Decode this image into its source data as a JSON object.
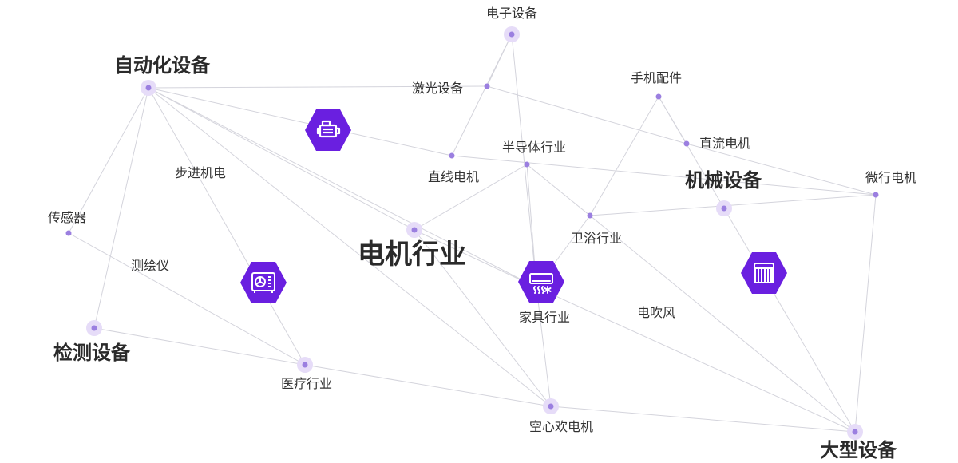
{
  "colors": {
    "edge": "#d4d4dc",
    "node": "#9b7fe0",
    "halo": "#e6dcf8",
    "hex": "#6a1fe0"
  },
  "nodes": [
    {
      "id": "dianzi",
      "label": "电子设备",
      "size": "s",
      "halo": true
    },
    {
      "id": "zidonghua",
      "label": "自动化设备",
      "size": "m",
      "halo": true
    },
    {
      "id": "jiguang",
      "label": "激光设备",
      "size": "s",
      "halo": false
    },
    {
      "id": "shouji",
      "label": "手机配件",
      "size": "s",
      "halo": false
    },
    {
      "id": "zhiliu",
      "label": "直流电机",
      "size": "s",
      "halo": false
    },
    {
      "id": "bandaoti",
      "label": "半导体行业",
      "size": "s",
      "halo": false
    },
    {
      "id": "zhixian",
      "label": "直线电机",
      "size": "s",
      "halo": false
    },
    {
      "id": "bujin",
      "label": "步进机电",
      "size": "s",
      "halo": false
    },
    {
      "id": "jixie",
      "label": "机械设备",
      "size": "m",
      "halo": true
    },
    {
      "id": "weixing",
      "label": "微行电机",
      "size": "s",
      "halo": false
    },
    {
      "id": "chuanganqi",
      "label": "传感器",
      "size": "s",
      "halo": false
    },
    {
      "id": "dianji",
      "label": "电机行业",
      "size": "l",
      "halo": true
    },
    {
      "id": "weiyu",
      "label": "卫浴行业",
      "size": "s",
      "halo": false
    },
    {
      "id": "cehuiyi",
      "label": "测绘仪",
      "size": "s",
      "halo": false
    },
    {
      "id": "jiaju",
      "label": "家具行业",
      "size": "s",
      "halo": false
    },
    {
      "id": "dianchuifeng",
      "label": "电吹风",
      "size": "s",
      "halo": false
    },
    {
      "id": "jiance",
      "label": "检测设备",
      "size": "m",
      "halo": true
    },
    {
      "id": "yiliao",
      "label": "医疗行业",
      "size": "s",
      "halo": true
    },
    {
      "id": "kongxin",
      "label": "空心欢电机",
      "size": "s",
      "halo": true
    },
    {
      "id": "daxing",
      "label": "大型设备",
      "size": "m",
      "halo": true
    }
  ],
  "edges": [
    [
      "dianzi",
      "jiguang"
    ],
    [
      "dianzi",
      "zhixian"
    ],
    [
      "dianzi",
      "jiaju"
    ],
    [
      "zidonghua",
      "jiguang"
    ],
    [
      "zidonghua",
      "chuanganqi"
    ],
    [
      "zidonghua",
      "jiance"
    ],
    [
      "zidonghua",
      "dianji"
    ],
    [
      "zidonghua",
      "kongxin"
    ],
    [
      "zidonghua",
      "yiliao"
    ],
    [
      "zidonghua",
      "zhixian"
    ],
    [
      "zidonghua",
      "jiaju"
    ],
    [
      "jiguang",
      "zhiliu"
    ],
    [
      "zhixian",
      "weixing"
    ],
    [
      "shouji",
      "zhiliu"
    ],
    [
      "shouji",
      "weiyu"
    ],
    [
      "shouji",
      "jixie"
    ],
    [
      "zhiliu",
      "weixing"
    ],
    [
      "bandaoti",
      "dianji"
    ],
    [
      "bandaoti",
      "weiyu"
    ],
    [
      "bandaoti",
      "jiaju"
    ],
    [
      "weiyu",
      "weixing"
    ],
    [
      "weiyu",
      "daxing"
    ],
    [
      "weiyu",
      "jiaju"
    ],
    [
      "jixie",
      "daxing"
    ],
    [
      "weixing",
      "daxing"
    ],
    [
      "dianji",
      "jiaju"
    ],
    [
      "dianji",
      "kongxin"
    ],
    [
      "jiaju",
      "daxing"
    ],
    [
      "jiaju",
      "kongxin"
    ],
    [
      "jiance",
      "yiliao"
    ],
    [
      "chuanganqi",
      "yiliao"
    ],
    [
      "yiliao",
      "kongxin"
    ],
    [
      "kongxin",
      "daxing"
    ]
  ],
  "icons": [
    {
      "id": "engine",
      "name": "engine-icon"
    },
    {
      "id": "ac",
      "name": "air-conditioner-icon"
    },
    {
      "id": "heater",
      "name": "heater-unit-icon"
    },
    {
      "id": "radiator",
      "name": "radiator-icon"
    }
  ]
}
